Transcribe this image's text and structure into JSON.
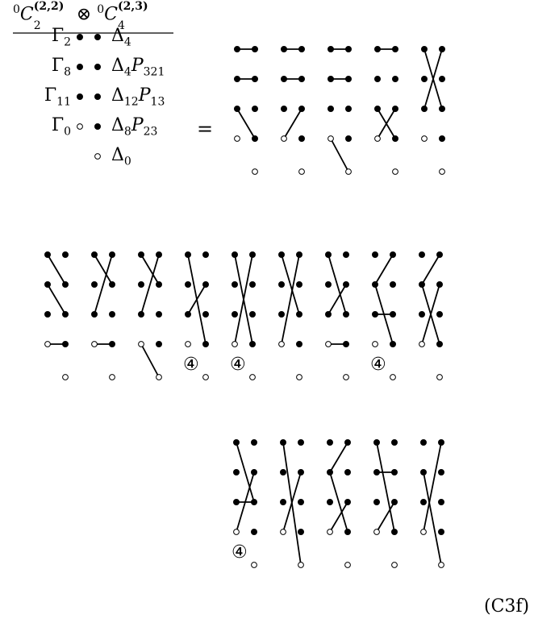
{
  "header": {
    "left": {
      "pre": "0",
      "base": "C",
      "sub": "2",
      "sup": "(2,2)"
    },
    "op": "⊗",
    "right": {
      "pre": "0",
      "base": "C",
      "sub": "4",
      "sup": "(2,3)"
    }
  },
  "legend": {
    "rows": [
      {
        "gamma_base": "Γ",
        "gamma_sub": "2",
        "dots": [
          "filled",
          "filled"
        ],
        "delta_base": "Δ",
        "delta_sub": "4",
        "p_sub": ""
      },
      {
        "gamma_base": "Γ",
        "gamma_sub": "8",
        "dots": [
          "filled",
          "filled"
        ],
        "delta_base": "Δ",
        "delta_sub": "4",
        "p_sub": "321"
      },
      {
        "gamma_base": "Γ",
        "gamma_sub": "11",
        "dots": [
          "filled",
          "filled"
        ],
        "delta_base": "Δ",
        "delta_sub": "12",
        "p_sub": "13"
      },
      {
        "gamma_base": "Γ",
        "gamma_sub": "0",
        "dots": [
          "open",
          "filled"
        ],
        "delta_base": "Δ",
        "delta_sub": "8",
        "p_sub": "23"
      },
      {
        "gamma_base": "",
        "gamma_sub": "",
        "dots": [
          "open"
        ],
        "delta_base": "Δ",
        "delta_sub": "0",
        "p_sub": ""
      }
    ],
    "p_symbol": "P"
  },
  "equals": "=",
  "circled_marker": "④",
  "equation_tag": "(C3f)",
  "diagrams": [
    {
      "group": "row1",
      "index": 0,
      "circled": false,
      "links": [
        [
          "L0",
          "R0"
        ],
        [
          "L1",
          "R1"
        ],
        [
          "L2",
          "R3"
        ]
      ]
    },
    {
      "group": "row1",
      "index": 1,
      "circled": false,
      "links": [
        [
          "L0",
          "R0"
        ],
        [
          "L1",
          "R1"
        ],
        [
          "R2",
          "L3"
        ]
      ]
    },
    {
      "group": "row1",
      "index": 2,
      "circled": false,
      "links": [
        [
          "L0",
          "R0"
        ],
        [
          "L1",
          "R1"
        ],
        [
          "L3",
          "R4"
        ]
      ]
    },
    {
      "group": "row1",
      "index": 3,
      "circled": false,
      "links": [
        [
          "L0",
          "R0"
        ],
        [
          "L2",
          "R3"
        ],
        [
          "R2",
          "L3"
        ]
      ]
    },
    {
      "group": "row1",
      "index": 4,
      "circled": false,
      "links": [
        [
          "L0",
          "R2"
        ],
        [
          "R0",
          "L2"
        ]
      ]
    },
    {
      "group": "row2",
      "index": 0,
      "circled": false,
      "links": [
        [
          "L0",
          "R1"
        ],
        [
          "L1",
          "R2"
        ],
        [
          "L3",
          "R3"
        ]
      ]
    },
    {
      "group": "row2",
      "index": 1,
      "circled": false,
      "links": [
        [
          "L0",
          "R1"
        ],
        [
          "R0",
          "L2"
        ],
        [
          "L3",
          "R3"
        ]
      ]
    },
    {
      "group": "row2",
      "index": 2,
      "circled": false,
      "links": [
        [
          "L0",
          "R1"
        ],
        [
          "R0",
          "L2"
        ],
        [
          "L3",
          "R4"
        ]
      ]
    },
    {
      "group": "row2",
      "index": 3,
      "circled": true,
      "links": [
        [
          "L0",
          "R3"
        ],
        [
          "R1",
          "L2"
        ]
      ]
    },
    {
      "group": "row2",
      "index": 4,
      "circled": true,
      "links": [
        [
          "L0",
          "R3"
        ],
        [
          "R0",
          "L3"
        ]
      ]
    },
    {
      "group": "row2",
      "index": 5,
      "circled": false,
      "links": [
        [
          "L0",
          "R2"
        ],
        [
          "R0",
          "L3"
        ]
      ]
    },
    {
      "group": "row2",
      "index": 6,
      "circled": false,
      "links": [
        [
          "L0",
          "R2"
        ],
        [
          "R1",
          "L2"
        ],
        [
          "L3",
          "R3"
        ]
      ]
    },
    {
      "group": "row2",
      "index": 7,
      "circled": true,
      "links": [
        [
          "R0",
          "L1"
        ],
        [
          "L1",
          "R3"
        ],
        [
          "L2",
          "R2"
        ]
      ]
    },
    {
      "group": "row2",
      "index": 8,
      "circled": false,
      "links": [
        [
          "R0",
          "L1"
        ],
        [
          "L1",
          "R3"
        ],
        [
          "R1",
          "L3"
        ]
      ]
    },
    {
      "group": "row3",
      "index": 0,
      "circled": true,
      "links": [
        [
          "L0",
          "R2"
        ],
        [
          "R1",
          "L3"
        ],
        [
          "L2",
          "R2"
        ]
      ]
    },
    {
      "group": "row3",
      "index": 1,
      "circled": false,
      "links": [
        [
          "L0",
          "R4"
        ],
        [
          "R1",
          "L3"
        ]
      ]
    },
    {
      "group": "row3",
      "index": 2,
      "circled": false,
      "links": [
        [
          "R0",
          "L1"
        ],
        [
          "L1",
          "R3"
        ],
        [
          "R2",
          "L3"
        ]
      ]
    },
    {
      "group": "row3",
      "index": 3,
      "circled": false,
      "links": [
        [
          "L0",
          "R3"
        ],
        [
          "R1",
          "L1"
        ],
        [
          "R2",
          "L3"
        ]
      ]
    },
    {
      "group": "row3",
      "index": 4,
      "circled": false,
      "links": [
        [
          "L1",
          "R4"
        ],
        [
          "R0",
          "L3"
        ]
      ]
    }
  ]
}
